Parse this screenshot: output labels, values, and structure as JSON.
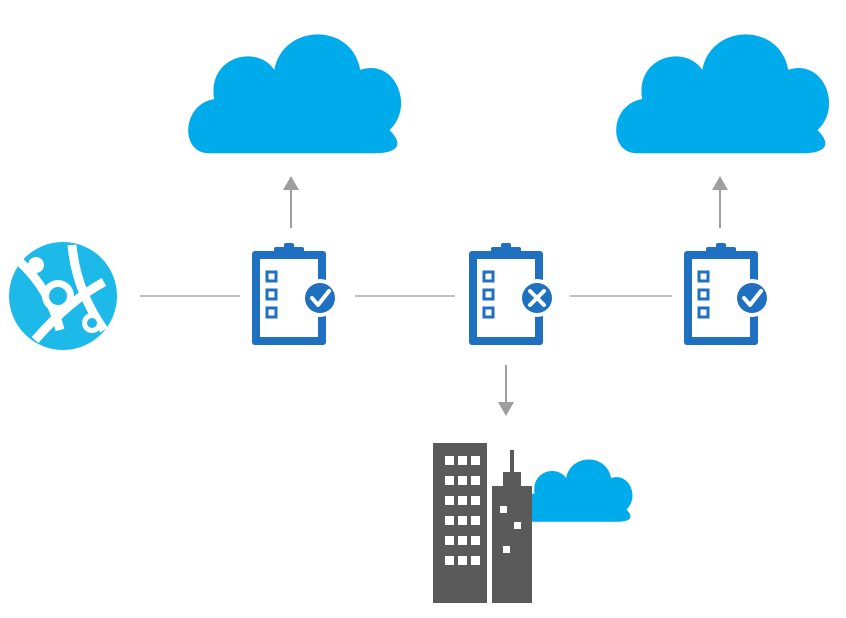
{
  "colors": {
    "cloud": "#00abec",
    "clipboard": "#1f70c1",
    "clipboard_inner": "#ffffff",
    "connector": "#bfbfbf",
    "arrow": "#9e9e9e",
    "building": "#5a5a5a",
    "globe": "#1db9e8"
  },
  "nodes": {
    "app_source": {
      "icon": "globe-network-icon"
    },
    "policy_1": {
      "icon": "clipboard-check-icon",
      "status": "approved"
    },
    "policy_2": {
      "icon": "clipboard-x-icon",
      "status": "rejected"
    },
    "policy_3": {
      "icon": "clipboard-check-icon",
      "status": "approved"
    },
    "cloud_1": {
      "icon": "cloud-icon"
    },
    "cloud_2": {
      "icon": "cloud-icon"
    },
    "on_premises": {
      "icon": "buildings-with-cloud-icon"
    }
  }
}
